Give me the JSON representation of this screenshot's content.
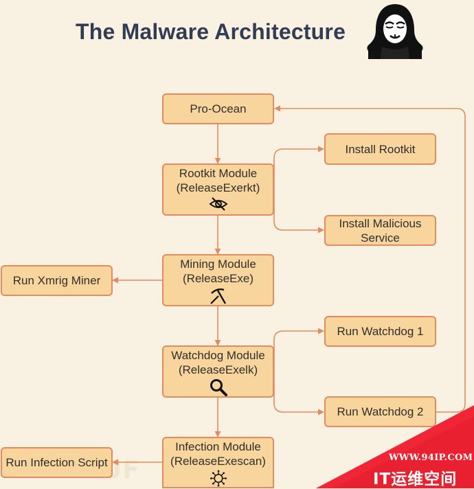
{
  "title": "The Malware Architecture",
  "nodes": {
    "pro_ocean": {
      "label": "Pro-Ocean"
    },
    "rootkit": {
      "line1": "Rootkit Module",
      "line2": "(ReleaseExerkt)",
      "icon": "eye-slash-icon"
    },
    "mining": {
      "line1": "Mining Module",
      "line2": "(ReleaseExe)",
      "icon": "pickaxe-icon"
    },
    "watchdog": {
      "line1": "Watchdog Module",
      "line2": "(ReleaseExelk)",
      "icon": "magnifier-icon"
    },
    "infection": {
      "line1": "Infection Module",
      "line2": "(ReleaseExescan)",
      "icon": "virus-icon"
    },
    "install_rootkit": {
      "label": "Install Rootkit"
    },
    "install_service": {
      "line1": "Install Malicious",
      "line2": "Service"
    },
    "run_xmrig": {
      "label": "Run Xmrig Miner"
    },
    "run_watchdog1": {
      "label": "Run Watchdog 1"
    },
    "run_watchdog2": {
      "label": "Run Watchdog 2"
    },
    "run_infection": {
      "label": "Run Infection Script"
    }
  },
  "edges": [
    {
      "from": "pro_ocean",
      "to": "rootkit"
    },
    {
      "from": "rootkit",
      "to": "install_rootkit"
    },
    {
      "from": "rootkit",
      "to": "install_service"
    },
    {
      "from": "rootkit",
      "to": "mining"
    },
    {
      "from": "mining",
      "to": "run_xmrig"
    },
    {
      "from": "mining",
      "to": "watchdog"
    },
    {
      "from": "watchdog",
      "to": "run_watchdog1"
    },
    {
      "from": "watchdog",
      "to": "run_watchdog2"
    },
    {
      "from": "watchdog",
      "to": "infection"
    },
    {
      "from": "infection",
      "to": "run_infection"
    },
    {
      "from": "run_watchdog2",
      "to": "pro_ocean"
    }
  ],
  "watermark": {
    "url": "WWW.94IP.COM",
    "text": "IT运维空间",
    "brand": "FREEBUF"
  },
  "colors": {
    "background": "#f9f2e2",
    "box_fill": "#f8d59c",
    "box_border": "#e18b5f",
    "arrow": "#e18b5f",
    "title": "#333c55",
    "ribbon": "#e8202f"
  }
}
